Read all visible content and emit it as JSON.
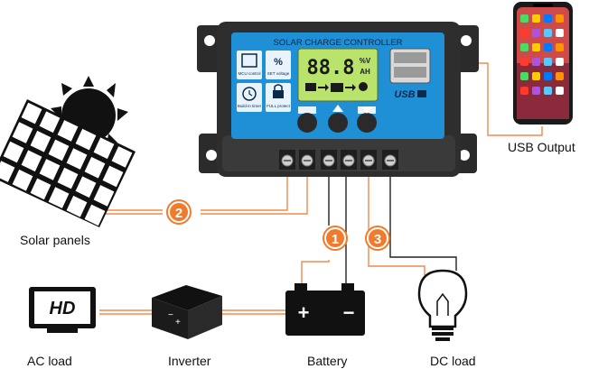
{
  "controller": {
    "title": "SOLAR CHARGE CONTROLLER",
    "display_digits": "88.8",
    "display_unit_top": "%V",
    "display_unit_bottom": "AH",
    "left_icons": [
      {
        "label": "MCU control"
      },
      {
        "label": "SET voltage"
      },
      {
        "label": "Build-in timer"
      },
      {
        "label": "FULL protect"
      }
    ],
    "usb_label": "USB"
  },
  "badges": [
    "1",
    "2",
    "3"
  ],
  "labels": {
    "usb_output": "USB Output",
    "solar_panels": "Solar panels",
    "ac_load": "AC load",
    "inverter": "Inverter",
    "battery": "Battery",
    "dc_load": "DC load",
    "tv_text": "HD"
  },
  "colors": {
    "wire": "#f08a4b",
    "badge": "#f07b2c",
    "panel_blue": "#1f8fd6",
    "lcd": "#b9e36a",
    "body": "#2c2c2c"
  }
}
